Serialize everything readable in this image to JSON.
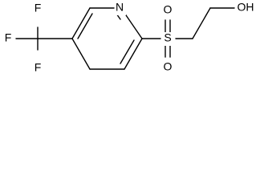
{
  "molecule": {
    "atoms": {
      "fluorine_top": "F",
      "fluorine_left": "F",
      "fluorine_bottom": "F",
      "nitrogen": "N",
      "sulfur": "S",
      "oxygen_top": "O",
      "oxygen_bottom": "O",
      "hydroxyl": "OH"
    }
  }
}
